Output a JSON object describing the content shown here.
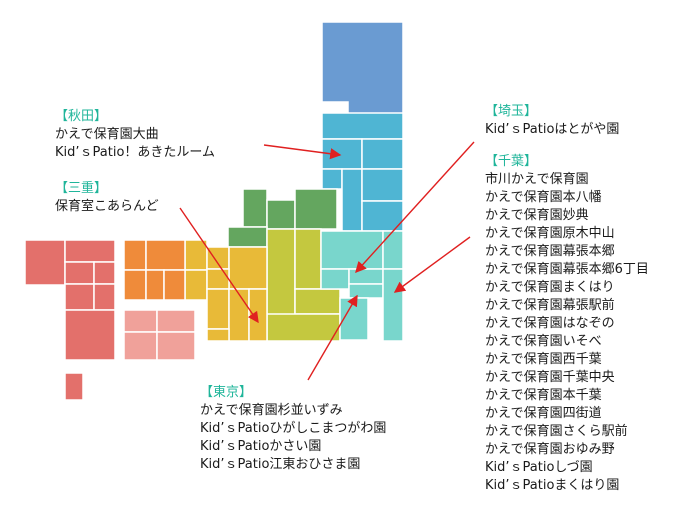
{
  "colors": {
    "hokkaido": "#6a9bd2",
    "tohoku": "#4fb5d3",
    "kanto": "#79d6cc",
    "hokuriku": "#64a65f",
    "chubu": "#c4c83f",
    "kinki": "#e8ba38",
    "chugoku": "#ef8b3a",
    "shikoku": "#f0a19a",
    "kyushu": "#e3706b",
    "okinawa": "#e3706b",
    "label_heading": "#1fb59a",
    "arrow": "#e02020"
  },
  "labels": {
    "akita": {
      "heading": "【秋田】",
      "lines": [
        "かえで保育園大曲",
        "Kid’ｓPatio！あきたルーム"
      ]
    },
    "mie": {
      "heading": "【三重】",
      "lines": [
        "保育室こあらんど"
      ]
    },
    "saitama": {
      "heading": "【埼玉】",
      "lines": [
        "Kid’ｓPatioはとがや園"
      ]
    },
    "chiba": {
      "heading": "【千葉】",
      "lines": [
        "市川かえで保育園",
        "かえで保育園本八幡",
        "かえで保育園妙典",
        "かえで保育園原木中山",
        "かえで保育園幕張本郷",
        "かえで保育園幕張本郷6丁目",
        "かえで保育園まくはり",
        "かえで保育園幕張駅前",
        "かえで保育園はなぞの",
        "かえで保育園いそべ",
        "かえで保育園西千葉",
        "かえで保育園千葉中央",
        "かえで保育園本千葉",
        "かえで保育園四街道",
        "かえで保育園さくら駅前",
        "かえで保育園おゆみ野",
        "Kid’ｓPatioしづ園",
        "Kid’ｓPatioまくはり園"
      ]
    },
    "tokyo": {
      "heading": "【東京】",
      "lines": [
        "かえで保育園杉並いずみ",
        "Kid’ｓPatioひがしこまつがわ園",
        "Kid’ｓPatioかさい園",
        "Kid’ｓPatio江東おひさま園"
      ]
    }
  }
}
